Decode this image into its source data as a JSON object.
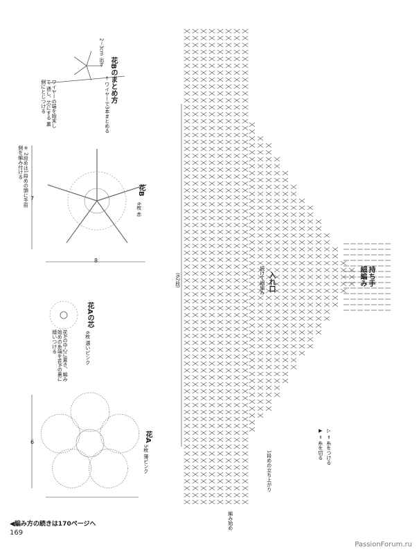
{
  "flower_b_assembly": {
    "title": "花Bのまとめ方",
    "note_gap": "2~3cm 出す",
    "note_wrap": "← ワイヤーで3本まとめる",
    "note_finish": "ワイヤーの端を始末して 通し、芯にする 裏側にとじつける"
  },
  "flower_b": {
    "title": "花B",
    "spec": "6枚 赤",
    "note": "※ 2段めは1段めの頭に手前側を編み付ける",
    "dim_width": "7",
    "dim_height": "8"
  },
  "flower_a_center": {
    "title": "花Aの芯",
    "spec": "6枚 濃いピンク",
    "note": "花Aの中心に置き、編み始めの糸端を花Aの裏に縫いつける"
  },
  "flower_a": {
    "title": "花A",
    "spec": "5枚 薄ピンク",
    "dim": "6"
  },
  "main": {
    "total_label": "(62段)",
    "opening_label": "入れ口",
    "opening_spec": "続けて細編み",
    "handle_label": "持ち手",
    "handle_spec": "細編み",
    "start_label": "編み始め",
    "ring_label": "1段めの立ち上がり"
  },
  "legend": {
    "join_yarn": "▷ = 糸をつける",
    "cut_yarn": "▶ = 糸を切る"
  },
  "footer": {
    "continued": "◀編み方の続きは170ページへ",
    "page_number": "169",
    "watermark": "PassionForum.ru"
  }
}
